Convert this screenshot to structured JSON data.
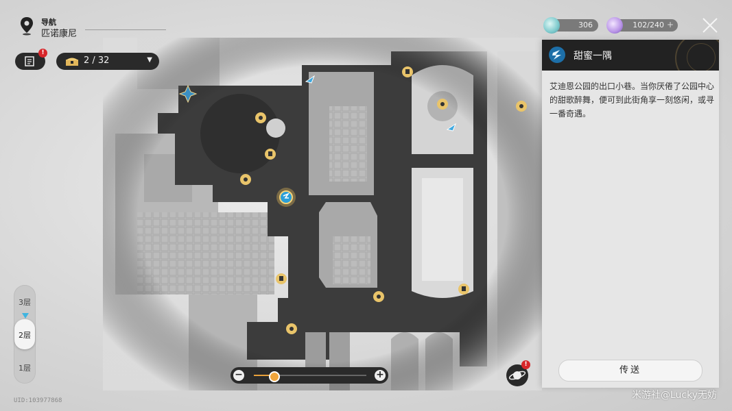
{
  "header": {
    "nav_label": "导航",
    "place_name": "匹诺康尼"
  },
  "toolbar": {
    "task_alert": "!",
    "chest_count": "2 / 32"
  },
  "currency": {
    "first_value": "306",
    "second_value": "102/240",
    "second_plus": "+"
  },
  "floors": {
    "items": [
      "3层",
      "2层",
      "1层"
    ],
    "active": "2层"
  },
  "zoom": {
    "minus": "−",
    "plus": "+",
    "level": 0.18
  },
  "planet": {
    "alert": "!"
  },
  "panel": {
    "title": "甜蜜一隅",
    "description": "艾迪恩公园的出口小巷。当你厌倦了公园中心的甜歌醉舞，便可到此街角享一刻悠闲，或寻一番奇遇。",
    "teleport_label": "传送"
  },
  "footer": {
    "uid": "UID:103977868",
    "watermark": "米游社@Lucky无妨"
  },
  "colors": {
    "accent_gold": "#e8a13a",
    "accent_blue": "#3fb4e0",
    "alert_red": "#d8262a",
    "map_dark": "#3a3a3a"
  }
}
